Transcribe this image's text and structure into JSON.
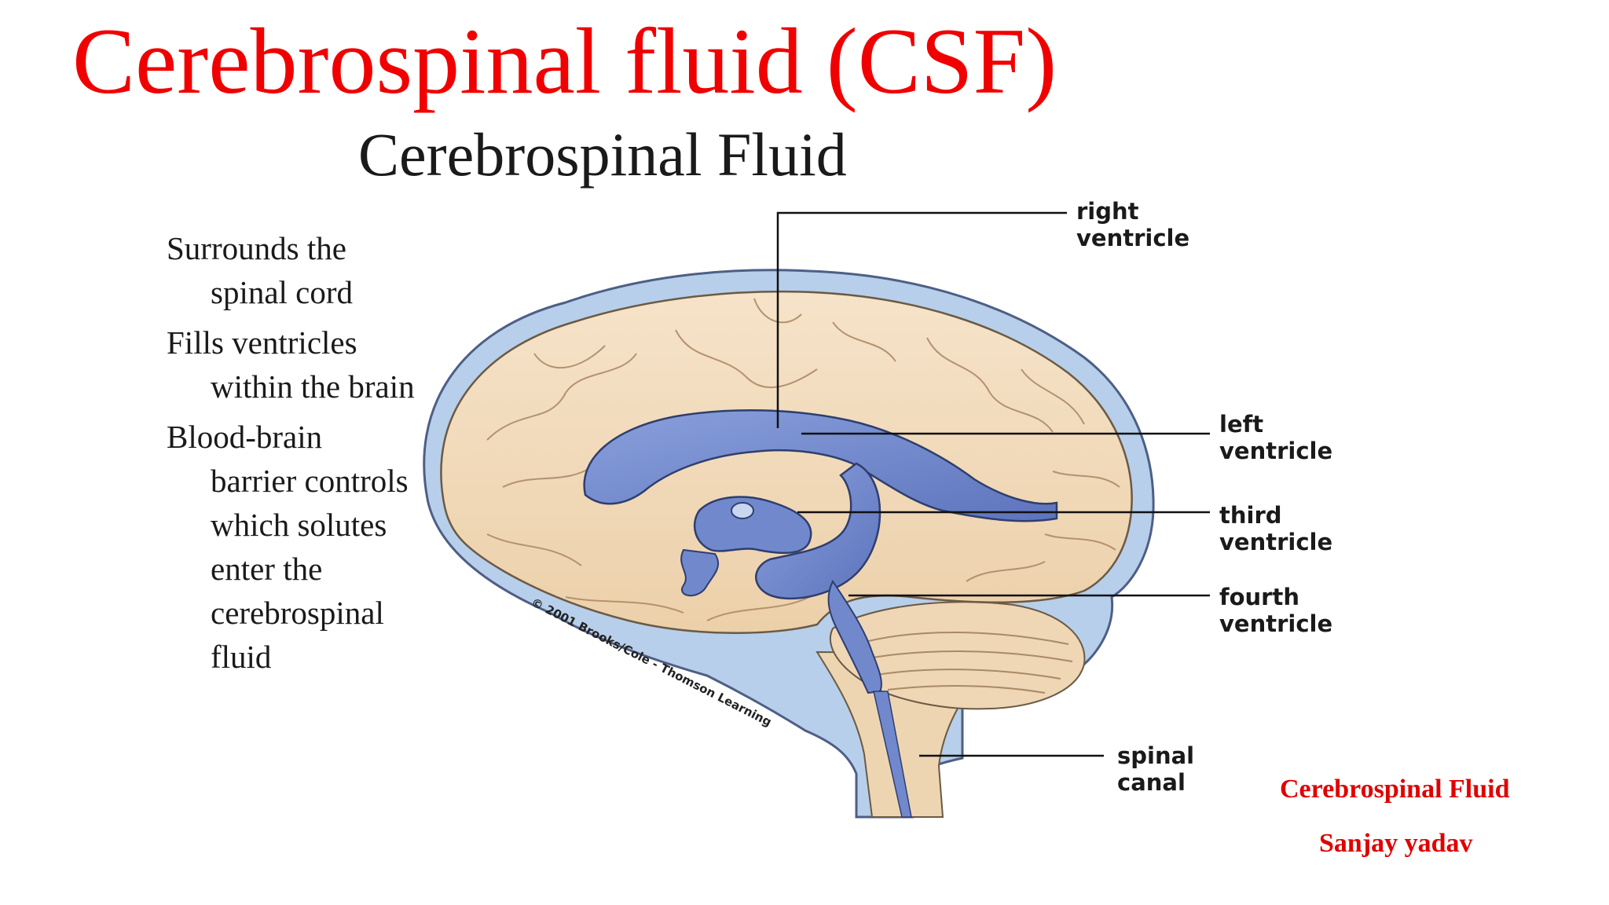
{
  "slide_title": "Cerebrospinal fluid (CSF)",
  "figure": {
    "title": "Cerebrospinal Fluid",
    "bullets": [
      {
        "lines": [
          "Surrounds the",
          "spinal cord"
        ]
      },
      {
        "lines": [
          "Fills ventricles",
          "within the brain"
        ]
      },
      {
        "lines": [
          "Blood-brain",
          "barrier controls",
          "which solutes",
          "enter the",
          "cerebrospinal",
          "fluid"
        ]
      }
    ],
    "labels": {
      "right_ventricle": [
        "right",
        "ventricle"
      ],
      "left_ventricle": [
        "left",
        "ventricle"
      ],
      "third_ventricle": [
        "third",
        "ventricle"
      ],
      "fourth_ventricle": [
        "fourth",
        "ventricle"
      ],
      "spinal_canal": [
        "spinal",
        "canal"
      ]
    },
    "copyright": "© 2001 Brooks/Cole - Thomson Learning"
  },
  "credit": {
    "line1": "Cerebrospinal Fluid",
    "line2": "Sanjay yadav"
  },
  "colors": {
    "title": "#f00000",
    "credit": "#e00000",
    "brain": "#f2d9b8",
    "csf": "#a9c6e6",
    "ventricle": "#6f86c8"
  }
}
